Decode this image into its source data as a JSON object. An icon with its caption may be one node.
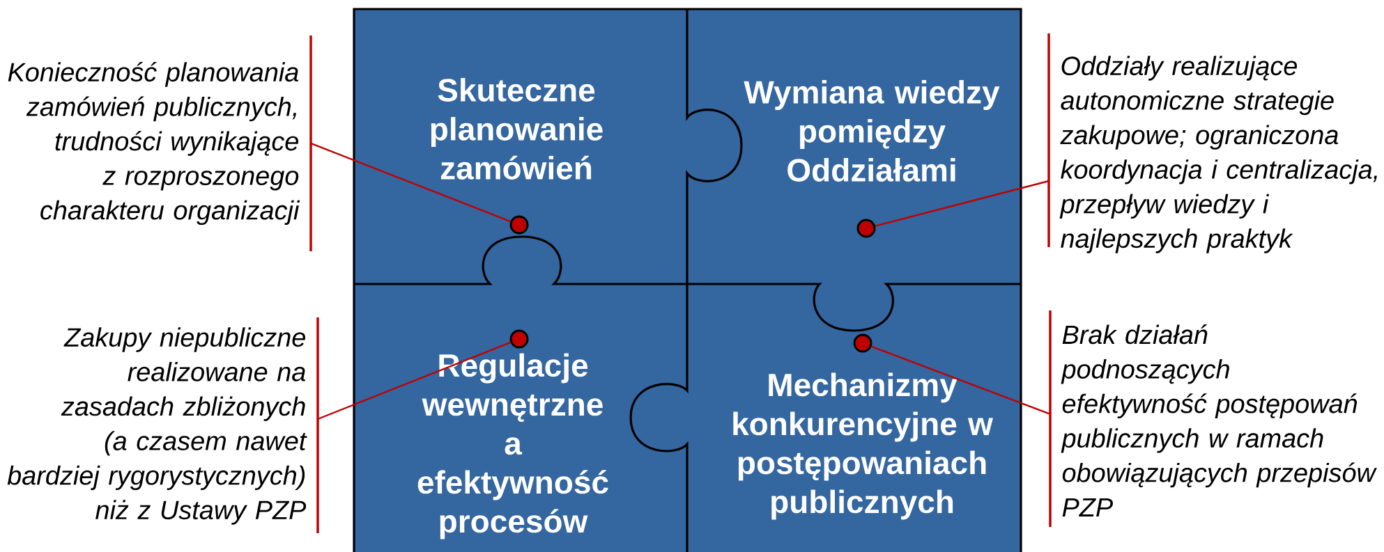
{
  "diagram": {
    "nodes": [
      {
        "text": [
          "Konieczność planowania zamówień publicznych, trudności wynikające z rozproszonego charakteru organizacji"
        ]
      },
      {
        "text": [
          "Skuteczne planowanie zamówień"
        ]
      },
      {
        "text": [],
        "shape": "circle",
        "in": 1
      },
      {
        "text": [
          "Wymiana wiedzy pomiędzy Oddziałami"
        ]
      },
      {
        "text": [],
        "shape": "circle",
        "in": 3
      },
      {
        "text": [
          "Oddziały realizujące autonomiczne strategie zakupowe; ograniczona koordynacja i centralizacja, przepływ wiedzy i najlepszych praktyk"
        ]
      },
      {
        "text": [
          "Zakupy niepubliczne realizowane na zasadach zbliżonych (a czasem nawet bardziej rygorystycznych) niż z Ustawy PZP"
        ]
      },
      {
        "text": [
          "Regulacje wewnętrzne a efektywność procesów"
        ]
      },
      {
        "text": [],
        "shape": "circle",
        "in": 7
      },
      {
        "text": [
          "Mechanizmy konkurencyjne w postępowaniach publicznych"
        ]
      },
      {
        "text": [],
        "shape": "circle",
        "in": 9
      },
      {
        "text": [
          "Brak działań podnoszących efektywność postępowań publicznych w ramach obowiązujących przepisów PZP"
        ]
      }
    ],
    "edges": [
      {
        "from": 0,
        "to": 2,
        "arrow": "none"
      },
      {
        "from": 5,
        "to": 4,
        "arrow": "none"
      },
      {
        "from": 6,
        "to": 8,
        "arrow": "none"
      },
      {
        "from": 11,
        "to": 10,
        "arrow": "none"
      }
    ]
  }
}
